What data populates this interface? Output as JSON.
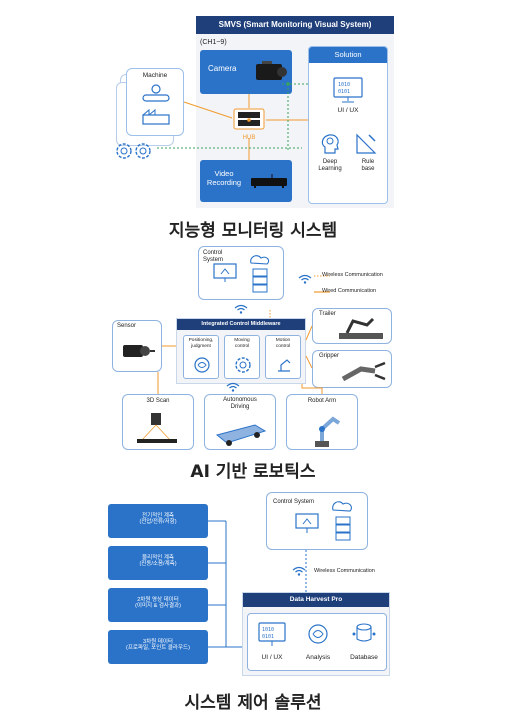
{
  "section1": {
    "header": "SMVS (Smart Monitoring Visual System)",
    "group_label": "(CH1~9)",
    "camera": "Camera",
    "machine": "Machine",
    "hub": "HUB",
    "video_recording": "Video\nRecording",
    "solution": "Solution",
    "ui_ux": "UI / UX",
    "deep_learning": "Deep\nLearning",
    "rule_base": "Rule\nbase",
    "caption": "지능형 모니터링 시스템"
  },
  "section2": {
    "control_system": "Control\nSystem",
    "legend_wireless": "Wireless Communication",
    "legend_wired": "Wired Communication",
    "middleware": "Integrated Control Middleware",
    "positioning": "Positioning,\njudgment",
    "moving_control": "Moving\ncontrol",
    "motion_control": "Motion\ncontrol",
    "sensor": "Sensor",
    "trailer": "Trailer",
    "gripper": "Gripper",
    "scan_3d": "3D Scan",
    "autonomous": "Autonomous\nDriving",
    "robot_arm": "Robot Arm",
    "caption": "AI 기반 로보틱스"
  },
  "section3": {
    "items": [
      "전기적인 계측\n(전압/전류/저항)",
      "물리적인 계측\n(진동/소음/계측)",
      "2차원 영상 데이터\n(이미지 & 검사결과)",
      "3차원 데이터\n(프로파일, 포인트 클라우드)"
    ],
    "control_system": "Control System",
    "wireless": "Wireless Communication",
    "dhp": "Data Harvest Pro",
    "ui_ux": "UI / UX",
    "analysis": "Analysis",
    "database": "Database",
    "caption": "시스템 제어 솔루션"
  },
  "colors": {
    "navy": "#1f3f7a",
    "blue": "#2a73c9",
    "orange": "#f29a2e",
    "green": "#3aa35b"
  }
}
